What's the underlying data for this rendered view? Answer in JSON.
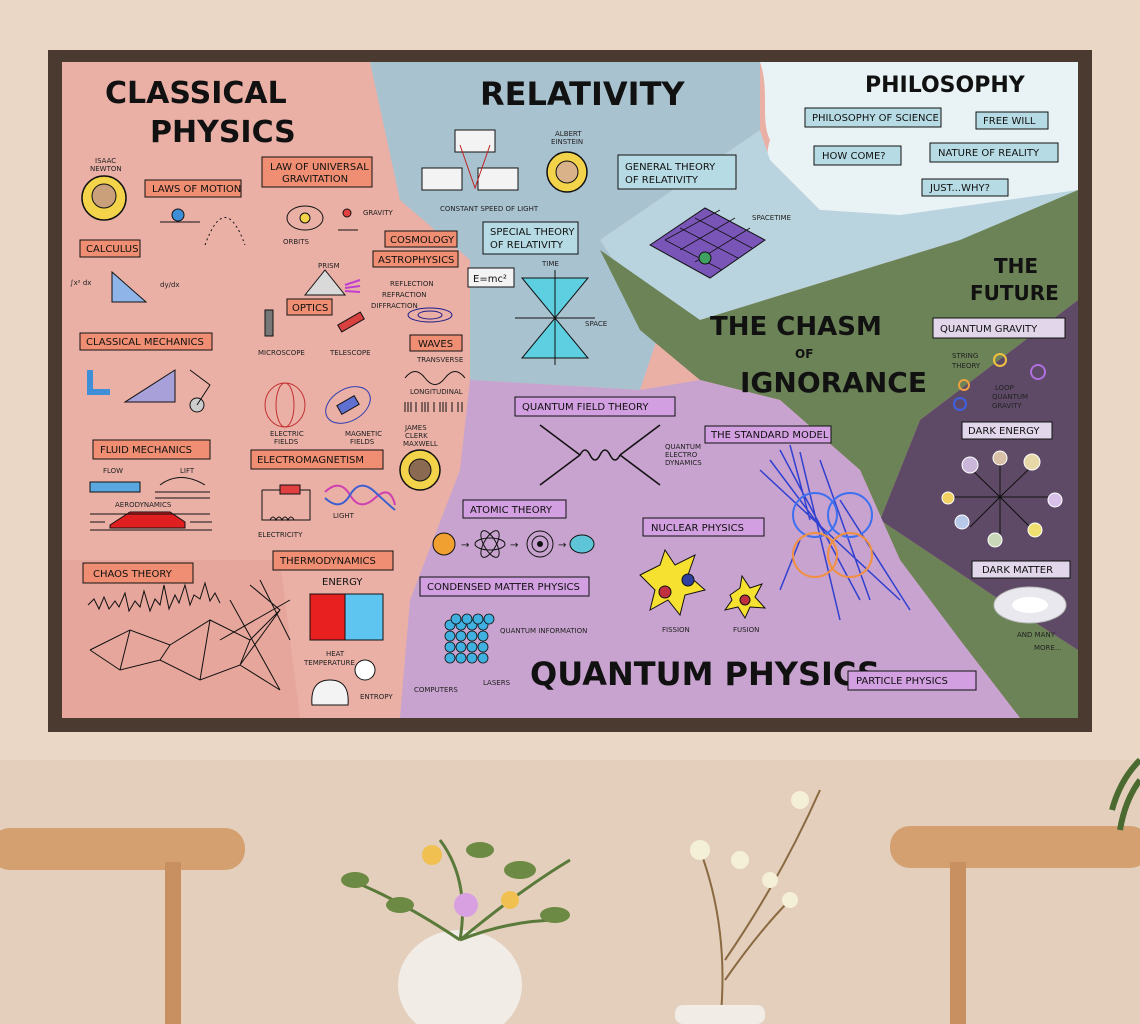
{
  "sections": {
    "classical": "CLASSICAL",
    "physics": "PHYSICS",
    "relativity": "RELATIVITY",
    "philosophy": "PHILOSOPHY",
    "the_future_1": "THE",
    "the_future_2": "FUTURE",
    "chasm_1": "THE CHASM",
    "chasm_2": "OF",
    "chasm_3": "IGNORANCE",
    "quantum_physics": "QUANTUM PHYSICS"
  },
  "classical": {
    "isaac_1": "ISAAC",
    "isaac_2": "NEWTON",
    "laws_of_motion": "LAWS OF MOTION",
    "law_gravitation_1": "LAW OF UNIVERSAL",
    "law_gravitation_2": "GRAVITATION",
    "orbits": "ORBITS",
    "gravity": "GRAVITY",
    "calculus": "CALCULUS",
    "calc_formula": "∫x² dx",
    "calc_dy": "dy/dx",
    "cosmology": "COSMOLOGY",
    "astrophysics": "ASTROPHYSICS",
    "prism": "PRISM",
    "optics": "OPTICS",
    "reflection": "REFLECTION",
    "refraction": "REFRACTION",
    "diffraction": "DIFFRACTION",
    "microscope": "MICROSCOPE",
    "telescope": "TELESCOPE",
    "classical_mechanics": "CLASSICAL MECHANICS",
    "waves": "WAVES",
    "transverse": "TRANSVERSE",
    "longitudinal": "LONGITUDINAL",
    "electric_fields_1": "ELECTRIC",
    "electric_fields_2": "FIELDS",
    "magnetic_fields_1": "MAGNETIC",
    "magnetic_fields_2": "FIELDS",
    "maxwell_1": "JAMES",
    "maxwell_2": "CLERK",
    "maxwell_3": "MAXWELL",
    "fluid_mechanics": "FLUID MECHANICS",
    "flow": "FLOW",
    "lift": "LIFT",
    "aerodynamics": "AERODYNAMICS",
    "electromagnetism": "ELECTROMAGNETISM",
    "electricity": "ELECTRICITY",
    "light": "LIGHT",
    "chaos_theory": "CHAOS THEORY",
    "thermodynamics": "THERMODYNAMICS",
    "energy": "ENERGY",
    "heat": "HEAT",
    "temperature": "TEMPERATURE",
    "entropy": "ENTROPY"
  },
  "relativity": {
    "constant_speed": "CONSTANT SPEED OF LIGHT",
    "albert_1": "ALBERT",
    "albert_2": "EINSTEIN",
    "general_1": "GENERAL THEORY",
    "general_2": "OF RELATIVITY",
    "special_1": "SPECIAL THEORY",
    "special_2": "OF RELATIVITY",
    "emc2": "E=mc²",
    "time": "TIME",
    "space": "SPACE",
    "spacetime": "SPACETIME"
  },
  "philosophy": {
    "philosophy_of_science": "PHILOSOPHY OF SCIENCE",
    "free_will": "FREE WILL",
    "how_come": "HOW COME?",
    "nature_of_reality": "NATURE OF REALITY",
    "just_why": "JUST...WHY?"
  },
  "future": {
    "quantum_gravity": "QUANTUM GRAVITY",
    "string_1": "STRING",
    "string_2": "THEORY",
    "loop_1": "LOOP",
    "loop_2": "QUANTUM",
    "loop_3": "GRAVITY",
    "dark_energy": "DARK ENERGY",
    "dark_matter": "DARK MATTER",
    "many_1": "AND MANY",
    "many_2": "MORE..."
  },
  "quantum": {
    "quantum_field_theory": "QUANTUM FIELD THEORY",
    "qed_1": "QUANTUM",
    "qed_2": "ELECTRO",
    "qed_3": "DYNAMICS",
    "standard_model": "THE STANDARD MODEL",
    "atomic_theory": "ATOMIC THEORY",
    "nuclear_physics": "NUCLEAR PHYSICS",
    "condensed_matter": "CONDENSED MATTER PHYSICS",
    "quantum_information": "QUANTUM INFORMATION",
    "fission": "FISSION",
    "fusion": "FUSION",
    "computers": "COMPUTERS",
    "lasers": "LASERS",
    "particle_physics": "PARTICLE PHYSICS"
  },
  "colors": {
    "wall": "#ead7c6",
    "frame": "#4a3a30",
    "classical_bg": "#eab0a6",
    "relativity_bg": "#a9c2d0",
    "philosophy_bg": "#e9f3f5",
    "quantum_bg": "#c8a3cf",
    "future_bg": "#5e4a66",
    "chasm_bg": "#6b8357",
    "label_orange": "#ef8e72",
    "label_blue": "#b7dbe4",
    "label_purple": "#d29fe0"
  }
}
